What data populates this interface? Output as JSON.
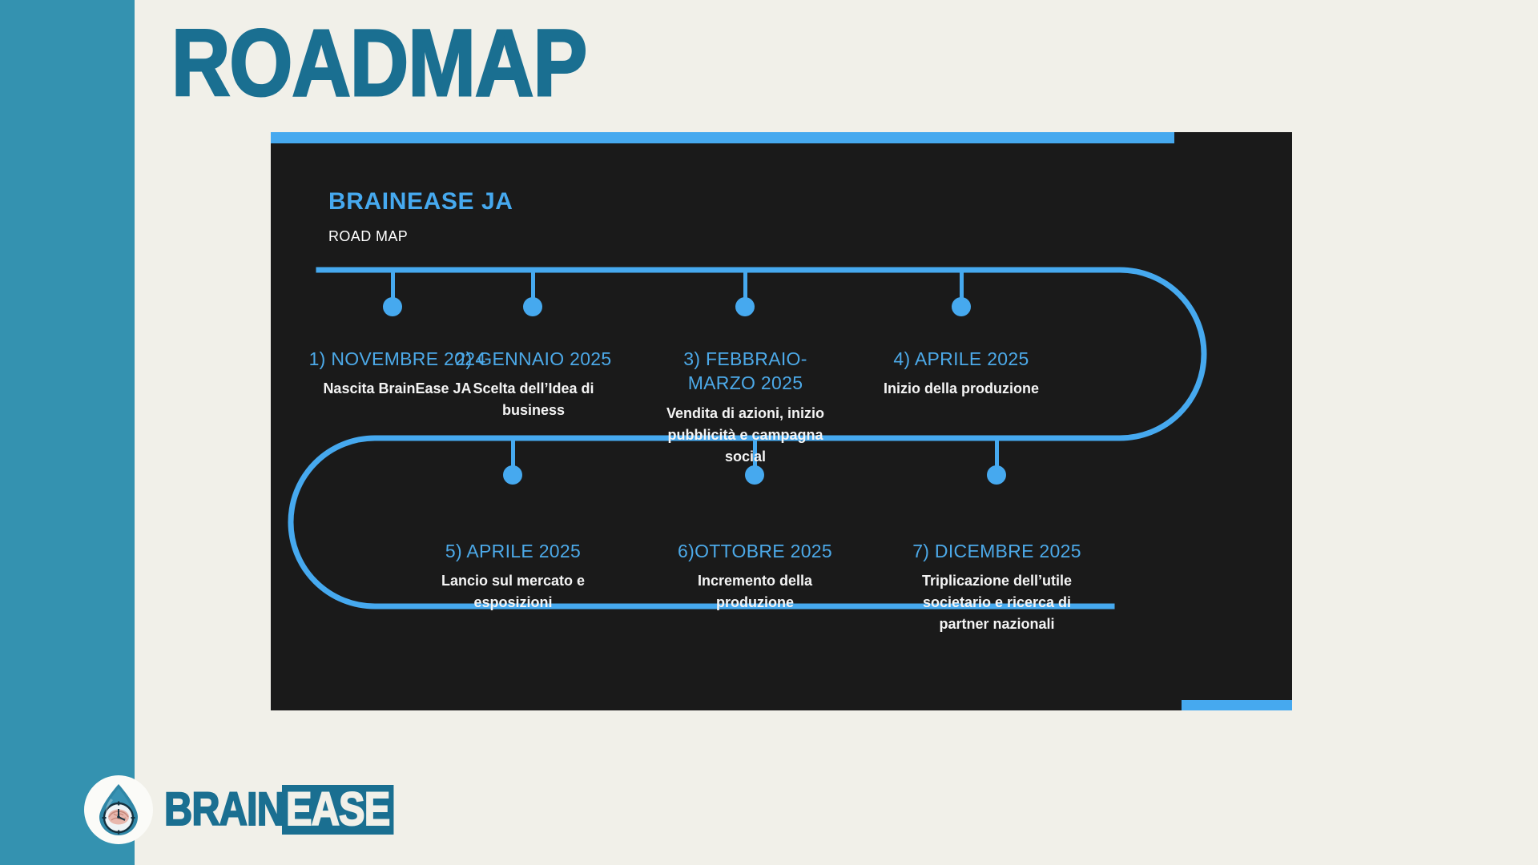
{
  "slide": {
    "title": "ROADMAP",
    "background_color": "#f1f0e9",
    "rail_color": "#3492b0",
    "accent_color": "#46a9ef",
    "card_color": "#1a1a1a",
    "title_color": "#1a6f91"
  },
  "card": {
    "heading": "BRAINEASE JA",
    "subheading": "ROAD MAP"
  },
  "timeline": {
    "milestones": [
      {
        "index": "1",
        "date": "1) NOVEMBRE 2024",
        "description": "Nascita BrainEase JA",
        "row": "top"
      },
      {
        "index": "2",
        "date": "2) GENNAIO 2025",
        "description": "Scelta dell’Idea di business",
        "row": "top"
      },
      {
        "index": "3",
        "date": "3) FEBBRAIO-MARZO 2025",
        "description": "Vendita di azioni, inizio pubblicità e campagna social",
        "row": "top"
      },
      {
        "index": "4",
        "date": "4) APRILE 2025",
        "description": "Inizio della produzione",
        "row": "top"
      },
      {
        "index": "5",
        "date": "5) APRILE 2025",
        "description": "Lancio sul mercato e esposizioni",
        "row": "bottom"
      },
      {
        "index": "6",
        "date": "6)OTTOBRE 2025",
        "description": "Incremento della produzione",
        "row": "bottom"
      },
      {
        "index": "7",
        "date": "7) DICEMBRE 2025",
        "description": "Triplicazione dell’utile societario e ricerca di partner nazionali",
        "row": "bottom"
      }
    ]
  },
  "logo": {
    "word_primary": "BRAIN",
    "word_secondary": "EASE",
    "mark": "brain-droplet-clock-icon"
  }
}
